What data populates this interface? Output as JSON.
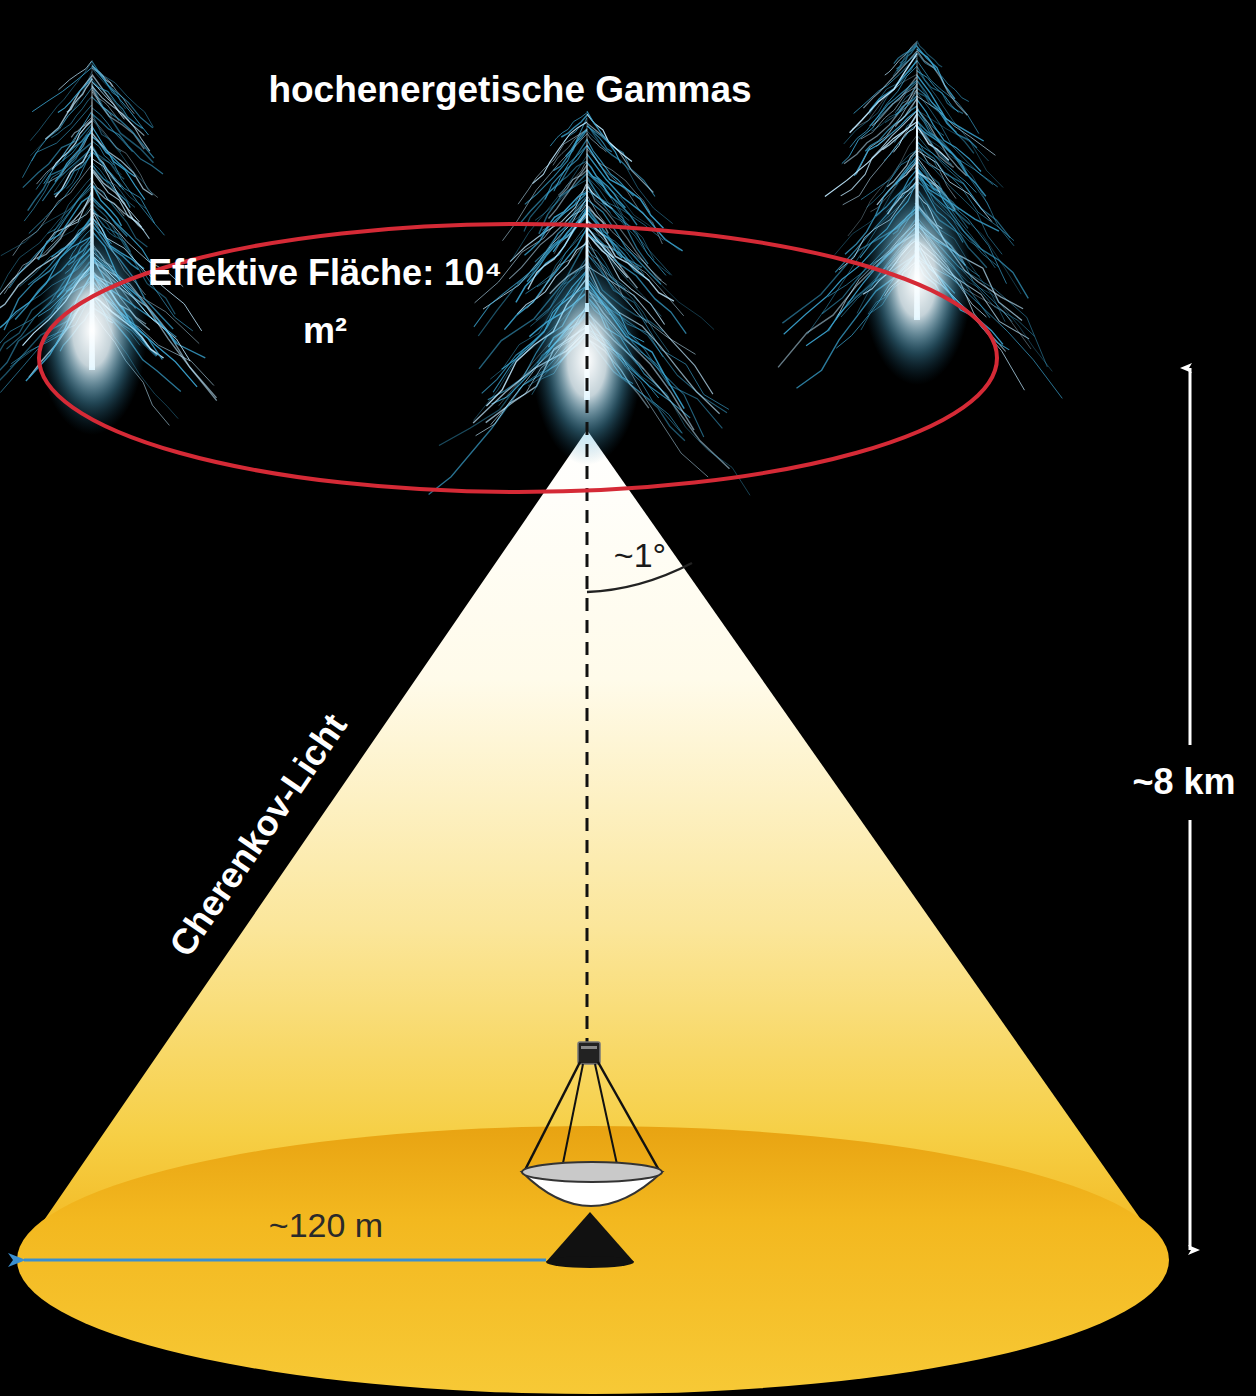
{
  "diagram": {
    "title": "hochenergetische Gammas",
    "nodes": [
      {
        "text": [
          "Effektive Fläche: 10⁴ m²"
        ]
      }
    ],
    "labels": [
      "Cherenkov-Licht",
      "~1°",
      "~120 m",
      "~8 km"
    ]
  }
}
